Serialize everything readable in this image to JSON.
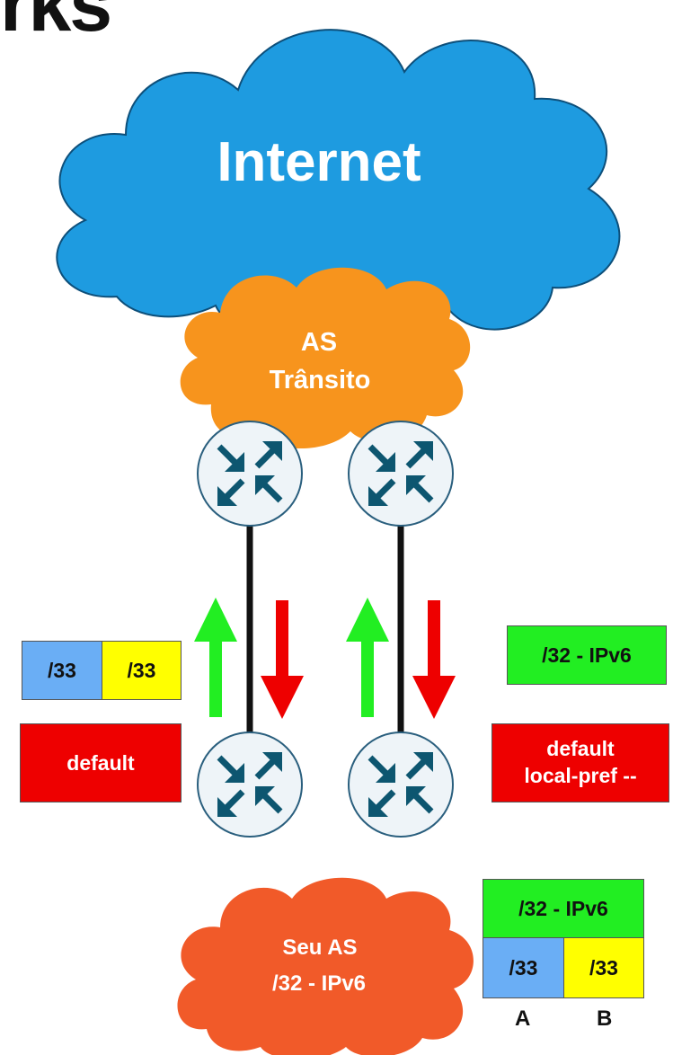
{
  "heading_fragment": "rks",
  "clouds": {
    "internet": {
      "label": "Internet",
      "color": "#1e9be0"
    },
    "transit": {
      "line1": "AS",
      "line2": "Trânsito",
      "color": "#f7941d"
    },
    "own_as": {
      "line1": "Seu AS",
      "line2": "/32 - IPv6",
      "color": "#f15a29"
    }
  },
  "left_panel": {
    "prefix_a": "/33",
    "prefix_b": "/33",
    "received": "default"
  },
  "right_panel": {
    "announce": "/32 - IPv6",
    "received_line1": "default",
    "received_line2": "local-pref --"
  },
  "legend": {
    "top": "/32 - IPv6",
    "a_prefix": "/33",
    "b_prefix": "/33",
    "label_a": "A",
    "label_b": "B"
  },
  "colors": {
    "green": "#22ee22",
    "red": "#ee0000",
    "blue": "#6aaef5",
    "yellow": "#ffff00",
    "router_fill": "#eef4f8",
    "router_stroke": "#2a5f7e",
    "router_arrow": "#0d5670",
    "link": "#111111"
  },
  "icons": [
    "router-icon",
    "up-arrow-icon",
    "down-arrow-icon"
  ]
}
